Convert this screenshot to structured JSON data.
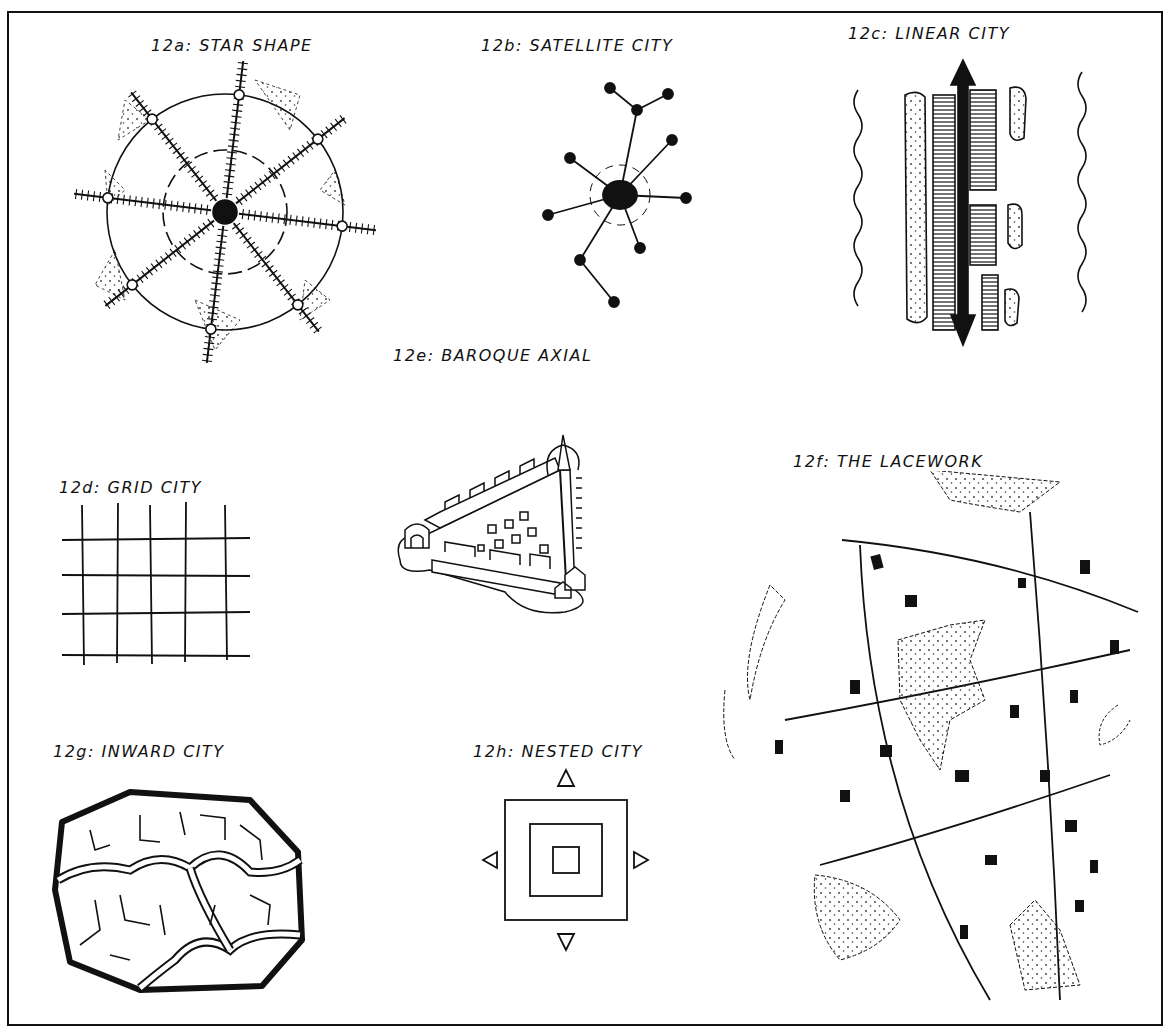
{
  "diagram": {
    "labels": [
      "12a: STAR SHAPE",
      "12b: SATELLITE CITY",
      "12c: LINEAR CITY",
      "12e: BAROQUE AXIAL",
      "12d: GRID CITY",
      "12f: THE LACEWORK",
      "12g: INWARD CITY",
      "12h: NESTED CITY"
    ]
  }
}
